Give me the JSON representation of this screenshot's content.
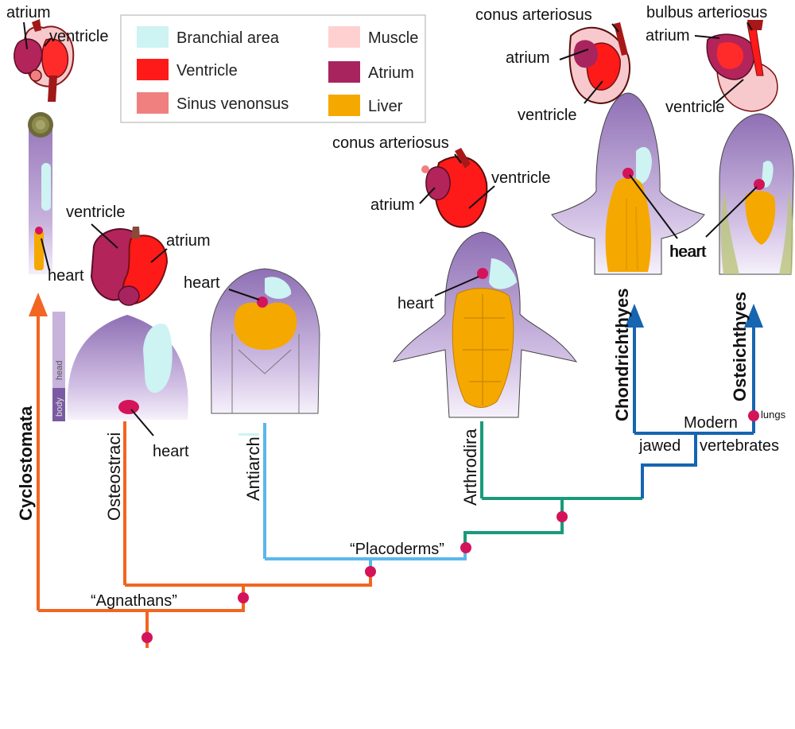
{
  "colors": {
    "branchial": "#cdf3f3",
    "ventricle": "#ff1a1a",
    "sinus": "#f08080",
    "muscle": "#ffd0d0",
    "atrium": "#a8245e",
    "liver": "#f5a800",
    "body_purple": "#a98bc4",
    "body_light": "#ede2f4",
    "node": "#d4145a",
    "orange_branch": "#f26522",
    "blue_branch": "#5bb7ea",
    "green_branch": "#1a9a7a",
    "dark_blue_branch": "#1565b0"
  },
  "legend": {
    "items": [
      {
        "label": "Branchial area",
        "color": "#cdf3f3"
      },
      {
        "label": "Muscle",
        "color": "#ffd0d0"
      },
      {
        "label": "Ventricle",
        "color": "#ff1a1a"
      },
      {
        "label": "Atrium",
        "color": "#a8245e"
      },
      {
        "label": "Sinus venonsus",
        "color": "#f08080"
      },
      {
        "label": "Liver",
        "color": "#f5a800"
      }
    ]
  },
  "taxa": {
    "cyclostomata": "Cyclostomata",
    "osteostraci": "Osteostraci",
    "antiarchi": "Antiarchi",
    "arthrodira": "Arthrodira",
    "chondrichthyes": "Chondrichthyes",
    "osteichthyes": "Osteichthyes"
  },
  "groups": {
    "agnathans": "“Agnathans”",
    "placoderms": "“Placoderms”",
    "modern": "Modern",
    "jawed": "jawed",
    "vertebrates": "vertebrates",
    "lungs": "lungs"
  },
  "labels": {
    "atrium_1": "atrium",
    "ventricle_1": "ventricle",
    "heart_1": "heart",
    "body_head": "head",
    "body_body": "body",
    "ventricle_2": "ventricle",
    "atrium_2": "atrium",
    "heart_2": "heart",
    "heart_3": "heart",
    "conus_1": "conus arteriosus",
    "atrium_3": "atrium",
    "ventricle_3": "ventricle",
    "heart_4": "heart",
    "conus_2": "conus arteriosus",
    "atrium_4": "atrium",
    "ventricle_4": "ventricle",
    "heart_5": "heart",
    "bulbus": "bulbus arteriosus",
    "atrium_5": "atrium",
    "ventricle_5": "ventricle",
    "heart_6": "heart"
  }
}
